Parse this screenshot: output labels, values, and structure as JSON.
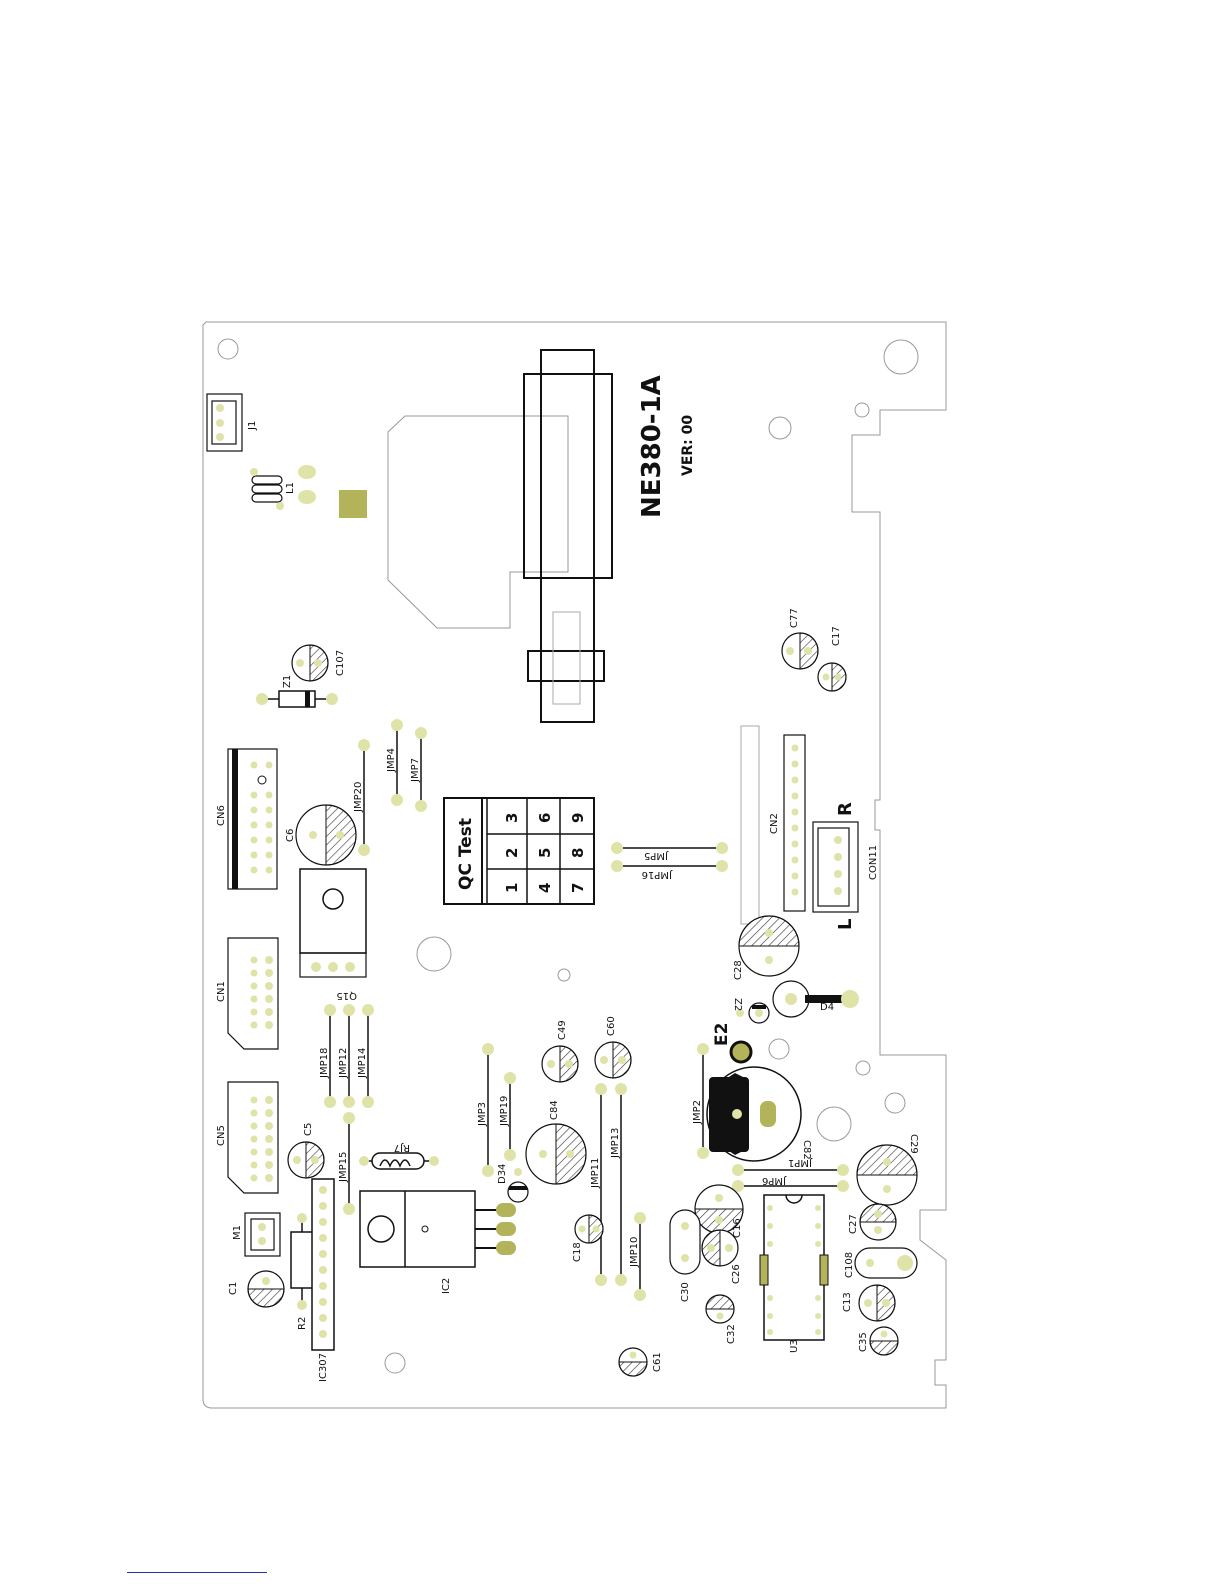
{
  "board": {
    "title": "NE380-1A",
    "version": "VER: 00",
    "qc_test": {
      "title": "QC Test",
      "keys": [
        "3",
        "6",
        "9",
        "2",
        "5",
        "8",
        "1",
        "4",
        "7"
      ]
    },
    "channel_marks": {
      "right": "R",
      "left": "L"
    },
    "labels": {
      "J1": "J1",
      "L1": "L1",
      "Z1": "Z1",
      "C107": "C107",
      "C77": "C77",
      "C17": "C17",
      "CN6": "CN6",
      "C6": "C6",
      "JMP20": "JMP20",
      "JMP4": "JMP4",
      "JMP7": "JMP7",
      "JMP5": "JMP5",
      "JMP16": "JMP16",
      "CN2": "CN2",
      "CON11": "CON11",
      "CN1": "CN1",
      "Q15": "Q15",
      "JMP18": "JMP18",
      "JMP12": "JMP12",
      "JMP14": "JMP14",
      "C28": "C28",
      "Z2": "Z2",
      "D4": "D4",
      "E2": "E2",
      "C49": "C49",
      "C60": "C60",
      "JMP2": "JMP2",
      "CN5": "CN5",
      "C5": "C5",
      "JMP15": "JMP15",
      "RJ7": "RJ7",
      "JMP3": "JMP3",
      "JMP19": "JMP19",
      "C84": "C84",
      "D34": "D34",
      "C82": "C82",
      "JMP1": "JMP1",
      "JMP6": "JMP6",
      "C29": "C29",
      "M1": "M1",
      "JMP11": "JMP11",
      "JMP13": "JMP13",
      "C18": "C18",
      "JMP10": "JMP10",
      "C16": "C16",
      "C26": "C26",
      "C27": "C27",
      "C108": "C108",
      "C30": "C30",
      "C1": "C1",
      "IC2": "IC2",
      "R2": "R2",
      "IC307": "IC307",
      "C32": "C32",
      "U3": "U3",
      "C13": "C13",
      "C35": "C35",
      "C61": "C61"
    }
  }
}
